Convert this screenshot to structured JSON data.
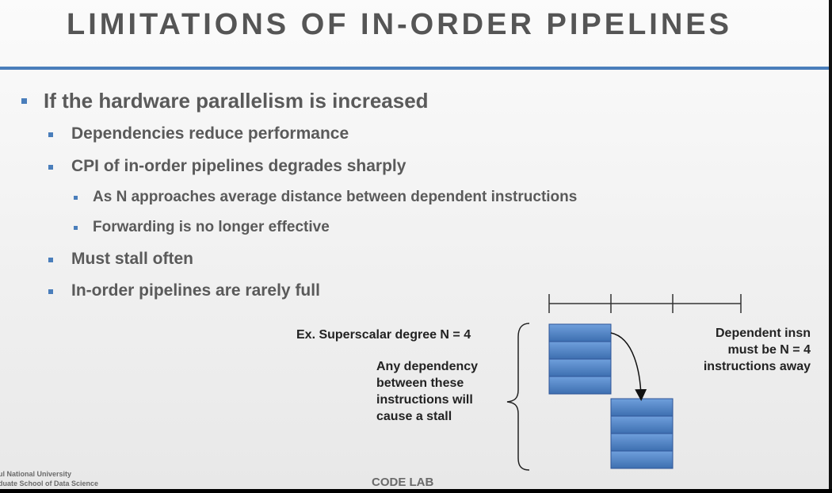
{
  "slide": {
    "title": "LIMITATIONS OF IN-ORDER PIPELINES",
    "bullets": [
      {
        "level": 1,
        "text": "If the hardware parallelism is increased"
      },
      {
        "level": 2,
        "text": "Dependencies reduce performance"
      },
      {
        "level": 2,
        "text": "CPI of in-order pipelines degrades sharply"
      },
      {
        "level": 3,
        "text": "As N approaches average distance between dependent instructions"
      },
      {
        "level": 3,
        "text": "Forwarding is no longer effective"
      },
      {
        "level": 2,
        "text": "Must stall often"
      },
      {
        "level": 2,
        "text": "In-order pipelines are rarely full"
      }
    ],
    "diagram": {
      "example_label": "Ex. Superscalar degree N = 4",
      "dependency_note": [
        "Any dependency",
        "between these",
        "instructions will",
        "cause a stall"
      ],
      "dependent_note": [
        "Dependent insn",
        "must be N = 4",
        "instructions away"
      ],
      "group_size": 4,
      "box_color": "#4a7ebb"
    },
    "footer": {
      "university": "ul National University",
      "school": "duate School of Data Science",
      "lab": "CODE LAB"
    }
  }
}
